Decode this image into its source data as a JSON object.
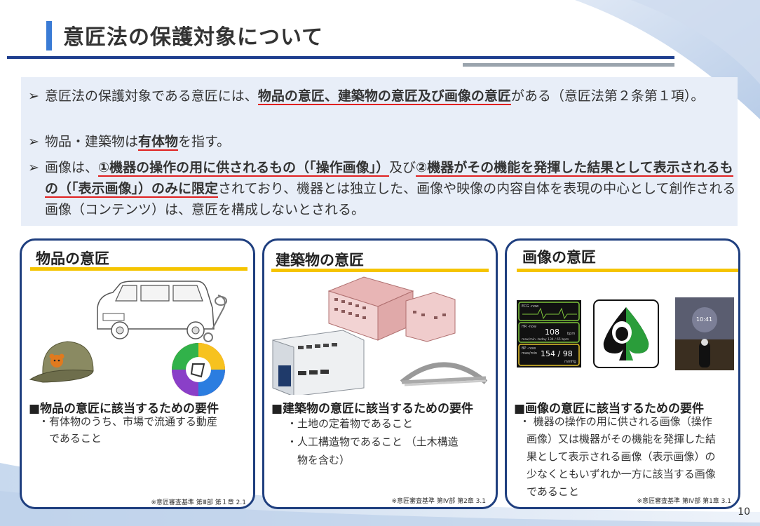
{
  "slide": {
    "title": "意匠法の保護対象について",
    "page_number": "10"
  },
  "bullets": [
    {
      "marker": "➢",
      "parts": [
        {
          "text": "意匠法の保護対象である意匠には、",
          "style": "plain"
        },
        {
          "text": "物品の意匠、建築物の意匠及び画像の意匠",
          "style": "bold-underline"
        },
        {
          "text": "がある（意匠法第２条第１項）。",
          "style": "plain"
        }
      ]
    },
    {
      "marker": "➢",
      "parts": [
        {
          "text": "物品・建築物は",
          "style": "plain"
        },
        {
          "text": "有体物",
          "style": "bold-underline"
        },
        {
          "text": "を指す。",
          "style": "plain"
        }
      ]
    },
    {
      "marker": "➢",
      "parts": [
        {
          "text": "画像は、",
          "style": "plain"
        },
        {
          "text": "①機器の操作の用に供されるもの（「操作画像」）",
          "style": "bold-underline"
        },
        {
          "text": "及び",
          "style": "plain"
        },
        {
          "text": "②機器がその機能を発揮した結果として表示されるもの（「表示画像」）のみに限定",
          "style": "bold-underline"
        },
        {
          "text": "されており、機器とは独立した、画像や映像の内容自体を表現の中心として創作される画像（コンテンツ）は、意匠を構成しないとされる。",
          "style": "plain"
        }
      ]
    }
  ],
  "cards": [
    {
      "title": "物品の意匠",
      "requirement_title": "■物品の意匠に該当するための要件",
      "requirement_lines": [
        "・有体物のうち、市場で流通する動産",
        "　であること"
      ],
      "note": "※意匠審査基準 第Ⅲ部 第１章 2.1",
      "illustrations": [
        "car-illustration",
        "keychain-illustration",
        "cap-illustration"
      ]
    },
    {
      "title": "建築物の意匠",
      "requirement_title": "■建築物の意匠に該当するための要件",
      "requirement_lines": [
        "・土地の定着物であること",
        "・人工構造物であること （土木構造",
        "　物を含む）"
      ],
      "note": "※意匠審査基準 第Ⅳ部 第2章 3.1",
      "illustrations": [
        "school-building-illustration",
        "warehouse-illustration",
        "bridge-illustration"
      ]
    },
    {
      "title": "画像の意匠",
      "requirement_title": "■画像の意匠に該当するための要件",
      "requirement_lines": [
        "・ 機器の操作の用に供される画像（操作",
        "画像）又は機器がその機能を発揮した結",
        "果として表示される画像（表示画像）の",
        "少なくともいずれか一方に該当する画像",
        "であること"
      ],
      "note": "※意匠審査基準 第Ⅳ部 第1章 3.1",
      "monitor": {
        "ecg_label": "ECG -now",
        "hr_label": "HR -now",
        "hr_value": "108",
        "hr_unit": "bpm",
        "hr_sub": "max/min -today  134 / 65  bpm",
        "bp_label": "BP -now",
        "bp_value": "154 / 98",
        "bp_sub": "max/min",
        "bp_unit": "mmHg"
      },
      "clock_time": "10:41",
      "illustrations": [
        "vital-monitor-screen",
        "spade-icon-card",
        "projected-clock-image"
      ]
    }
  ],
  "colors": {
    "title_accent": "#3a7bd5",
    "rule_navy": "#1f3f8f",
    "rule_grey": "#9aa4ad",
    "panel_bg": "#e8eef8",
    "underline_red": "#e02020",
    "card_border": "#1f3f7f",
    "card_title_bar": "#f5c400"
  }
}
